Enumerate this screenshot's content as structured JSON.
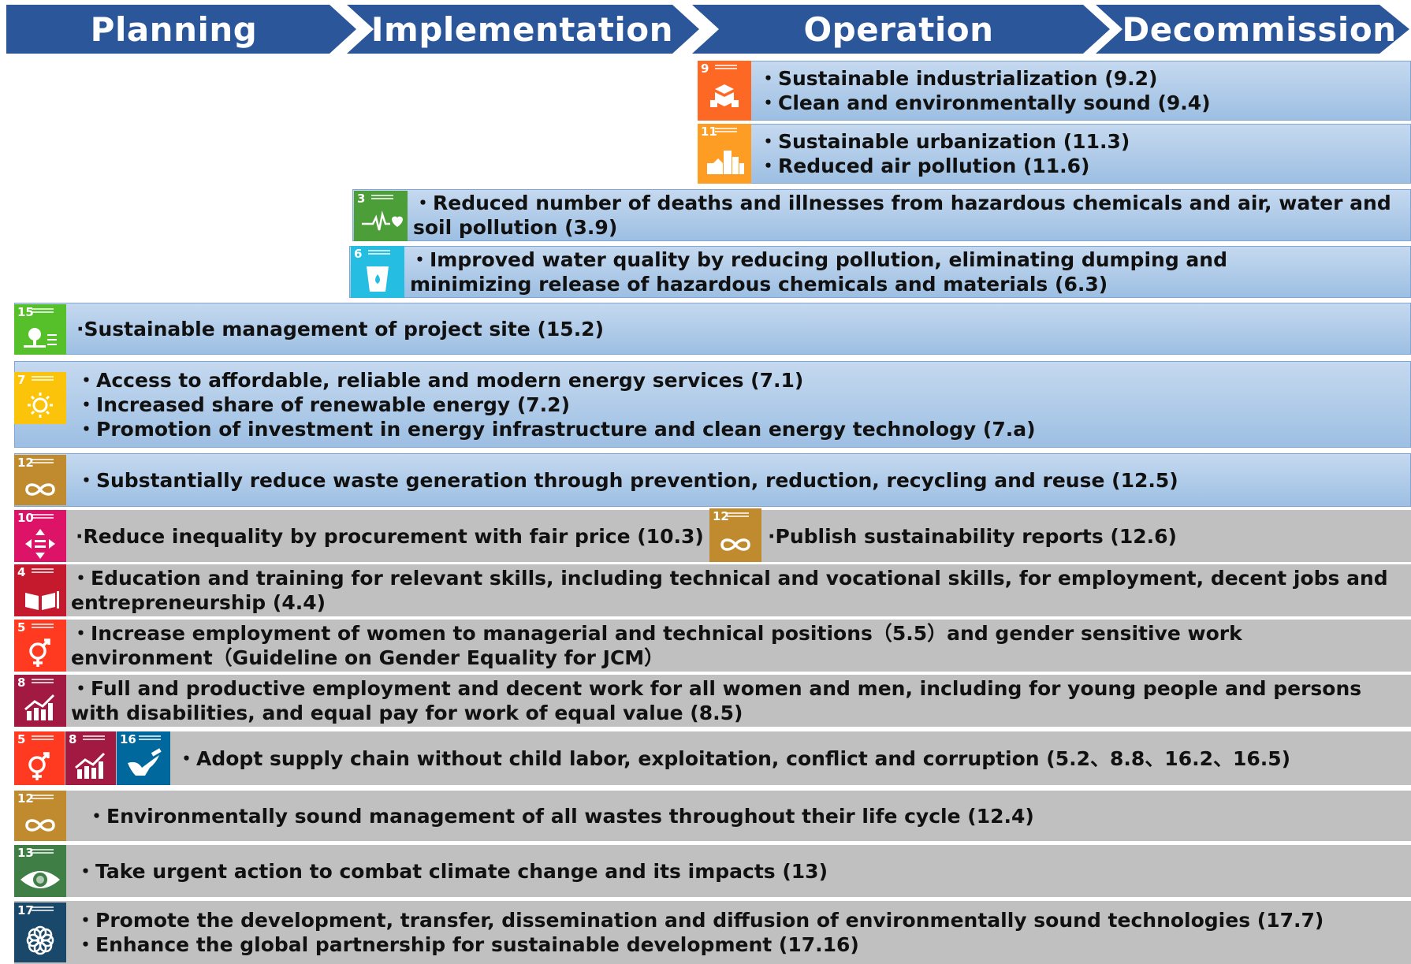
{
  "phases": [
    "Planning",
    "Implementation",
    "Operation",
    "Decommission"
  ],
  "colors": {
    "phase_bar": "#2b579a",
    "blue_row": "#a9c8ea",
    "gray_row": "#c0c0c0",
    "sdg3": "#4c9f38",
    "sdg4": "#c5192d",
    "sdg5": "#ff3a21",
    "sdg6": "#26bde2",
    "sdg7": "#fcc30b",
    "sdg8": "#a21942",
    "sdg9": "#fd6925",
    "sdg10": "#dd1367",
    "sdg11": "#fd9d24",
    "sdg12": "#bf8b2e",
    "sdg13": "#3f7e44",
    "sdg15": "#56c02b",
    "sdg16": "#00689d",
    "sdg17": "#19486a"
  },
  "rows": [
    {
      "goals": [
        "9"
      ],
      "icons": [
        "industry-cube-icon"
      ],
      "lines": [
        "・Sustainable industrialization (9.2)",
        "・Clean and environmentally sound (9.4)"
      ]
    },
    {
      "goals": [
        "11"
      ],
      "icons": [
        "city-buildings-icon"
      ],
      "lines": [
        "・Sustainable urbanization (11.3)",
        "・Reduced air pollution (11.6)"
      ]
    },
    {
      "goals": [
        "3"
      ],
      "icons": [
        "heartbeat-icon"
      ],
      "lines": [
        "・Reduced number of deaths and illnesses from hazardous chemicals and air, water and soil pollution (3.9)"
      ]
    },
    {
      "goals": [
        "6"
      ],
      "icons": [
        "water-glass-icon"
      ],
      "lines": [
        "・Improved water quality by reducing pollution, eliminating dumping and minimizing release of hazardous chemicals and materials (6.3)"
      ]
    },
    {
      "goals": [
        "15"
      ],
      "icons": [
        "tree-land-icon"
      ],
      "lines": [
        "·Sustainable management of project site (15.2)"
      ]
    },
    {
      "goals": [
        "7"
      ],
      "icons": [
        "sun-power-icon"
      ],
      "lines": [
        "・Access to affordable, reliable and modern energy services (7.1)",
        "・Increased share of renewable energy (7.2)",
        "・Promotion of investment in energy infrastructure and clean energy technology (7.a)"
      ]
    },
    {
      "goals": [
        "12"
      ],
      "icons": [
        "infinity-icon"
      ],
      "lines": [
        "・Substantially reduce waste generation through prevention, reduction, recycling and reuse (12.5)"
      ]
    },
    {
      "goals": [
        "10"
      ],
      "icons": [
        "equality-arrows-icon"
      ],
      "lines": [
        "·Reduce inequality by procurement with fair price (10.3)"
      ],
      "extra": {
        "goal": "12",
        "icon": "infinity-icon",
        "text": "·Publish sustainability reports (12.6)"
      }
    },
    {
      "goals": [
        "4"
      ],
      "icons": [
        "book-icon"
      ],
      "lines": [
        "・Education and training for relevant skills, including technical and vocational skills, for employment, decent jobs and entrepreneurship (4.4)"
      ]
    },
    {
      "goals": [
        "5"
      ],
      "icons": [
        "gender-symbol-icon"
      ],
      "lines": [
        "・Increase employment of women to managerial and technical positions（5.5）and gender sensitive work environment（Guideline on Gender Equality for JCM）"
      ]
    },
    {
      "goals": [
        "8"
      ],
      "icons": [
        "growth-chart-icon"
      ],
      "lines": [
        "・Full and productive employment and decent work for all women and men, including for young people and persons with disabilities, and equal pay for work of equal value (8.5)"
      ]
    },
    {
      "goals": [
        "5",
        "8",
        "16"
      ],
      "icons": [
        "gender-symbol-icon",
        "growth-chart-icon",
        "dove-gavel-icon"
      ],
      "lines": [
        "・Adopt supply chain without child labor, exploitation, conflict and corruption (5.2、8.8、16.2、16.5)"
      ]
    },
    {
      "goals": [
        "12"
      ],
      "icons": [
        "infinity-icon"
      ],
      "lines": [
        "・Environmentally sound management of all wastes throughout their life cycle (12.4)"
      ]
    },
    {
      "goals": [
        "13"
      ],
      "icons": [
        "earth-eye-icon"
      ],
      "lines": [
        "・Take urgent action to combat climate change and its impacts (13)"
      ]
    },
    {
      "goals": [
        "17"
      ],
      "icons": [
        "partnership-flower-icon"
      ],
      "lines": [
        "・Promote the development, transfer, dissemination and diffusion of environmentally sound technologies (17.7)",
        "・Enhance the global partnership for sustainable development (17.16)"
      ]
    }
  ]
}
